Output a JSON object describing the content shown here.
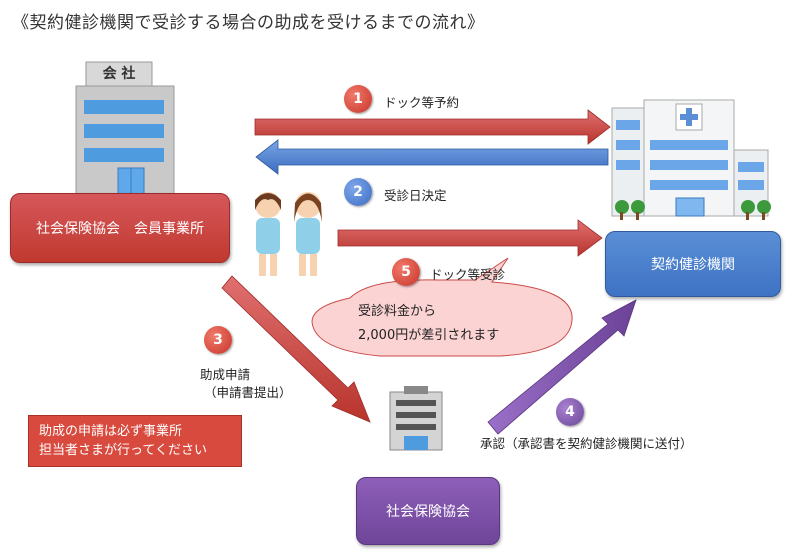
{
  "title": "《契約健診機関で受診する場合の助成を受けるまでの流れ》",
  "company_sign": "会 社",
  "boxes": {
    "member": "社会保険協会　会員事業所",
    "clinic": "契約健診機関",
    "association": "社会保険協会"
  },
  "steps": {
    "s1": {
      "num": "1",
      "label": "ドック等予約"
    },
    "s2": {
      "num": "2",
      "label": "受診日決定"
    },
    "s3": {
      "num": "3",
      "label_line1": "助成申請",
      "label_line2": "（申請書提出）"
    },
    "s4": {
      "num": "4",
      "label": "承認（承認書を契約健診機関に送付）"
    },
    "s5": {
      "num": "5",
      "label": "ドック等受診"
    }
  },
  "bubble": {
    "line1": "受診料金から",
    "line2": "2,000円が差引されます"
  },
  "note": {
    "line1": "助成の申請は必ず事業所",
    "line2": "担当者さまが行ってください"
  },
  "colors": {
    "red": "#c9403a",
    "blue": "#4a7bd0",
    "purple": "#7a50a8",
    "bubble_fill": "#fbd3d3"
  }
}
